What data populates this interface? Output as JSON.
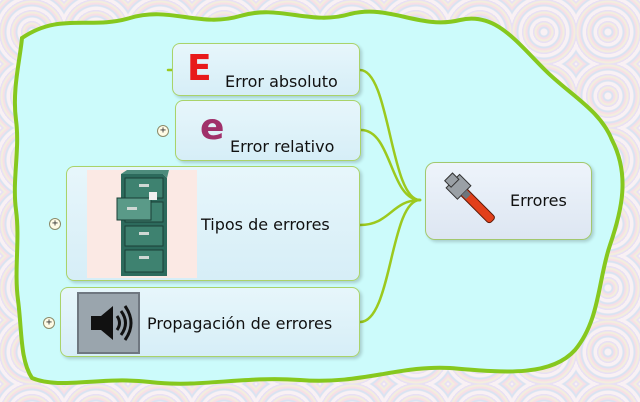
{
  "root": {
    "label": "Errores",
    "icon": "wrench-icon"
  },
  "branches": [
    {
      "label": "Error absoluto",
      "icon": "letter-E-icon",
      "icon_text": "E",
      "expandable": false
    },
    {
      "label": "Error relativo",
      "icon": "letter-e-icon",
      "icon_text": "e",
      "expandable": true,
      "expand_symbol": "+"
    },
    {
      "label": "Tipos de errores",
      "icon": "file-cabinet-icon",
      "expandable": true,
      "expand_symbol": "+"
    },
    {
      "label": "Propagación de errores",
      "icon": "speaker-icon",
      "expandable": true,
      "expand_symbol": "+"
    }
  ],
  "colors": {
    "boundary_stroke": "#86c81e",
    "boundary_fill": "#ccfbfb",
    "connector": "#9cc91e",
    "letter_E": "#e81a1a",
    "letter_e": "#a0306a"
  }
}
